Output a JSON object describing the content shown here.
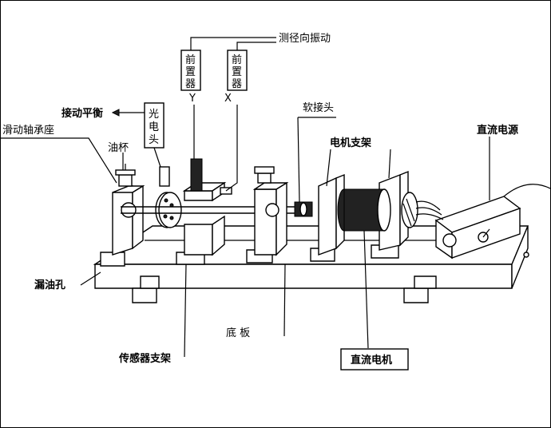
{
  "labels": {
    "radial_vibration": "测径向振动",
    "preamp_y_text": "前置器",
    "preamp_x_text": "前置器",
    "axis_y": "Y",
    "axis_x": "X",
    "balance": "接动平衡",
    "photo_head": "光电头",
    "sliding_bearing": "滑动轴承座",
    "oil_cup": "油杯",
    "soft_joint": "软接头",
    "motor_bracket": "电机支架",
    "dc_power": "直流电源",
    "oil_drain": "漏油孔",
    "base_plate": "底  板",
    "sensor_bracket": "传感器支架",
    "dc_motor": "直流电机"
  }
}
